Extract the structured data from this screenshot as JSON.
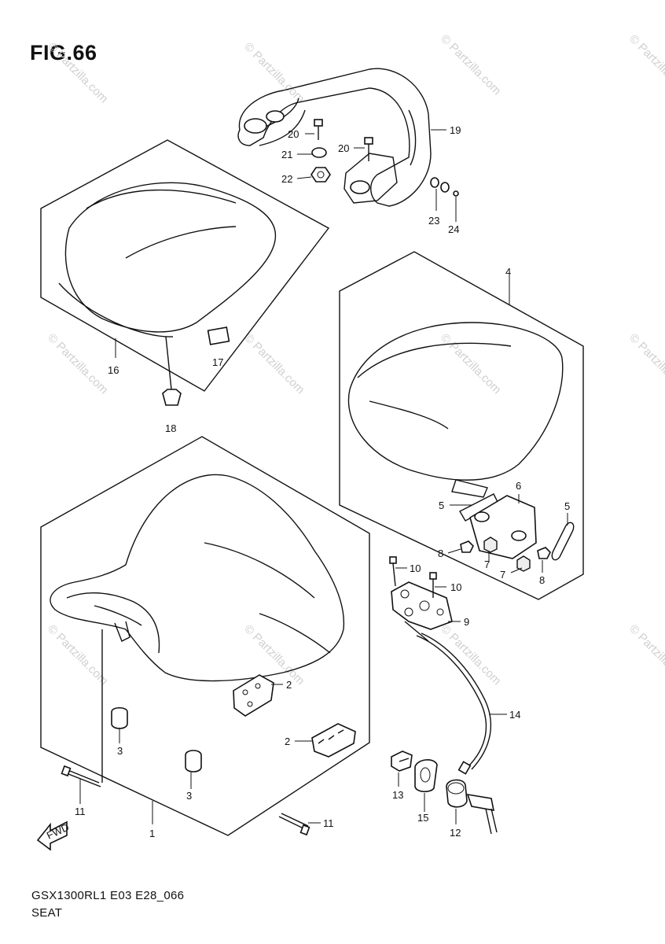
{
  "figure": {
    "title": "FIG.66",
    "model_code": "GSX1300RL1 E03 E28_066",
    "section_name": "SEAT",
    "watermark_text": "© Partzilla.com",
    "fwd_label": "FWD"
  },
  "callouts": [
    {
      "id": "c1",
      "label": "1"
    },
    {
      "id": "c2a",
      "label": "2"
    },
    {
      "id": "c2b",
      "label": "2"
    },
    {
      "id": "c3a",
      "label": "3"
    },
    {
      "id": "c3b",
      "label": "3"
    },
    {
      "id": "c4",
      "label": "4"
    },
    {
      "id": "c5a",
      "label": "5"
    },
    {
      "id": "c5b",
      "label": "5"
    },
    {
      "id": "c6",
      "label": "6"
    },
    {
      "id": "c7a",
      "label": "7"
    },
    {
      "id": "c7b",
      "label": "7"
    },
    {
      "id": "c8a",
      "label": "8"
    },
    {
      "id": "c8b",
      "label": "8"
    },
    {
      "id": "c9",
      "label": "9"
    },
    {
      "id": "c10a",
      "label": "10"
    },
    {
      "id": "c10b",
      "label": "10"
    },
    {
      "id": "c11a",
      "label": "11"
    },
    {
      "id": "c11b",
      "label": "11"
    },
    {
      "id": "c12",
      "label": "12"
    },
    {
      "id": "c13",
      "label": "13"
    },
    {
      "id": "c14",
      "label": "14"
    },
    {
      "id": "c15",
      "label": "15"
    },
    {
      "id": "c16",
      "label": "16"
    },
    {
      "id": "c17",
      "label": "17"
    },
    {
      "id": "c18",
      "label": "18"
    },
    {
      "id": "c19",
      "label": "19"
    },
    {
      "id": "c20a",
      "label": "20"
    },
    {
      "id": "c20b",
      "label": "20"
    },
    {
      "id": "c21",
      "label": "21"
    },
    {
      "id": "c22",
      "label": "22"
    },
    {
      "id": "c23",
      "label": "23"
    },
    {
      "id": "c24",
      "label": "24"
    }
  ],
  "colors": {
    "line": "#111111",
    "watermark": "#d0d0d0",
    "background": "#ffffff"
  }
}
